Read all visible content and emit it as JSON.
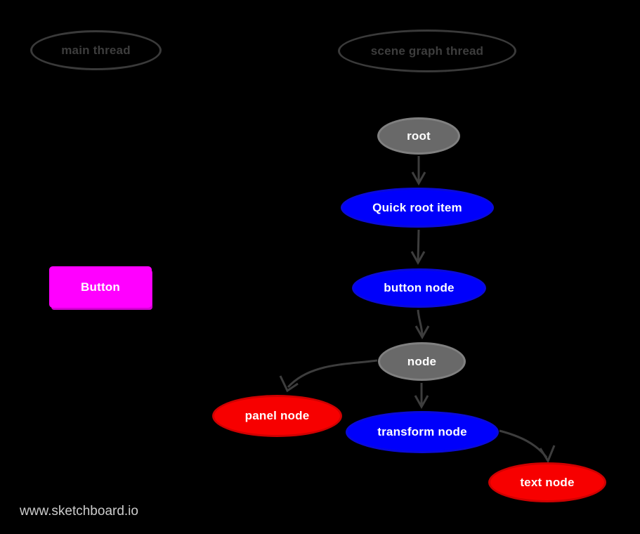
{
  "watermark": "www.sketchboard.io",
  "diagram": {
    "threads": {
      "main": {
        "label": "main thread"
      },
      "scene_graph": {
        "label": "scene graph thread"
      }
    },
    "main_thread_ui": {
      "button": {
        "label": "Button"
      }
    },
    "nodes": {
      "root": {
        "label": "root",
        "color_key": "gray"
      },
      "quick_root_item": {
        "label": "Quick root item",
        "color_key": "blue"
      },
      "button_node": {
        "label": "button node",
        "color_key": "blue"
      },
      "node": {
        "label": "node",
        "color_key": "gray"
      },
      "panel_node": {
        "label": "panel node",
        "color_key": "red"
      },
      "transform_node": {
        "label": "transform node",
        "color_key": "blue"
      },
      "text_node": {
        "label": "text node",
        "color_key": "red"
      }
    },
    "edges": [
      {
        "from": "root",
        "to": "quick_root_item"
      },
      {
        "from": "quick_root_item",
        "to": "button_node"
      },
      {
        "from": "button_node",
        "to": "node"
      },
      {
        "from": "node",
        "to": "panel_node"
      },
      {
        "from": "node",
        "to": "transform_node"
      },
      {
        "from": "transform_node",
        "to": "text_node"
      }
    ],
    "colors": {
      "background": "#000000",
      "node_gray": "#696969",
      "node_blue": "#0000fb",
      "node_red": "#f70000",
      "ui_button_magenta": "#ff00ff",
      "arrow": "#3d3d3d",
      "thread_outline": "#3a3a3a",
      "node_text": "#ffffff",
      "watermark_text": "#cccccc"
    }
  }
}
